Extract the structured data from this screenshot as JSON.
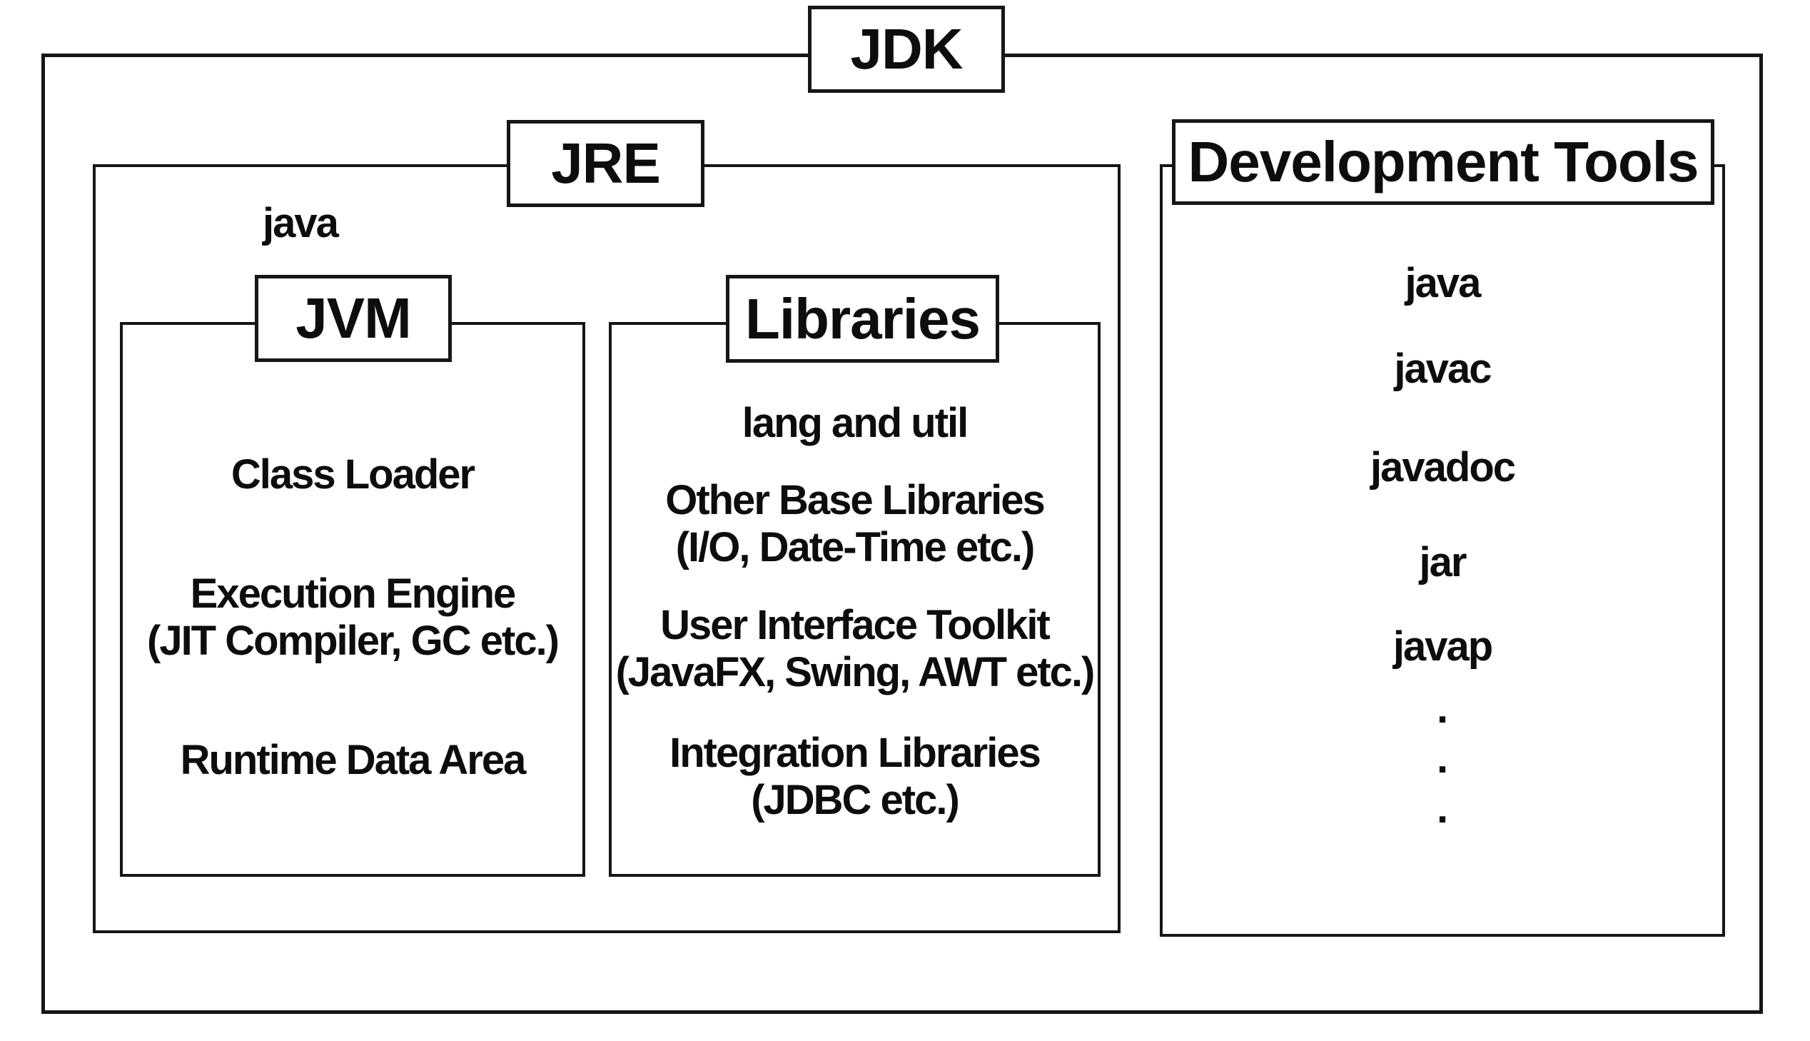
{
  "jdk": {
    "label": "JDK"
  },
  "jre": {
    "label": "JRE",
    "launcher": "java",
    "jvm": {
      "label": "JVM",
      "components": [
        {
          "lines": [
            "Class Loader"
          ]
        },
        {
          "lines": [
            "Execution Engine",
            "(JIT Compiler, GC etc.)"
          ]
        },
        {
          "lines": [
            "Runtime Data Area"
          ]
        }
      ]
    },
    "libraries": {
      "label": "Libraries",
      "components": [
        {
          "lines": [
            "lang and util"
          ]
        },
        {
          "lines": [
            "Other Base Libraries",
            "(I/O, Date-Time etc.)"
          ]
        },
        {
          "lines": [
            "User Interface Toolkit",
            "(JavaFX, Swing, AWT etc.)"
          ]
        },
        {
          "lines": [
            "Integration Libraries",
            "(JDBC etc.)"
          ]
        }
      ]
    }
  },
  "development_tools": {
    "label": "Development Tools",
    "tools": [
      "java",
      "javac",
      "javadoc",
      "jar",
      "javap"
    ],
    "ellipsis_dots": [
      ".",
      ".",
      "."
    ]
  },
  "colors": {
    "line": "#161616",
    "background": "#ffffff",
    "text": "#0d0d0d"
  }
}
